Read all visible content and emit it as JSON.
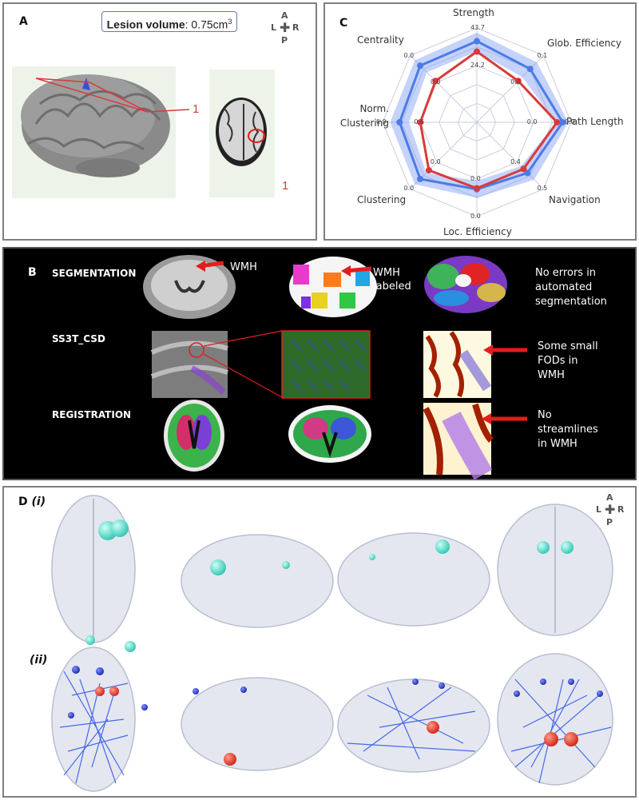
{
  "panel_a": {
    "label": "A",
    "lesion_label": "Lesion volume",
    "lesion_value": ": 0.75cm",
    "lesion_sup": "3",
    "marker_3d": "1",
    "marker_slice": "1"
  },
  "compass": {
    "a": "A",
    "l": "L",
    "r": "R",
    "p": "P"
  },
  "panel_b": {
    "label": "B",
    "rows": [
      {
        "head": "SEGMENTATION",
        "annot_mid": "WMH",
        "annot_right": "WMH labeled",
        "note": "No errors in automated segmentation"
      },
      {
        "head": "SS3T_CSD",
        "note": "Some small FODs in WMH"
      },
      {
        "head": "REGISTRATION",
        "note": "No streamlines in WMH"
      }
    ]
  },
  "panel_c": {
    "label": "C",
    "axes": [
      {
        "name": "Strength",
        "max": "43.7",
        "min": "24.2"
      },
      {
        "name": "Glob. Efficiency",
        "max": "0.1",
        "min": "0.0"
      },
      {
        "name": "Path Length",
        "max": "0.0",
        "min": "0.0"
      },
      {
        "name": "Navigation",
        "max": "0.5",
        "min": "0.4"
      },
      {
        "name": "Loc.  Efficiency",
        "max": "0.0",
        "min": "0.0"
      },
      {
        "name": "Clustering",
        "max": "0.0",
        "min": "0.0"
      },
      {
        "name": "Norm. Clustering",
        "max": "0.9",
        "min": "0.6"
      },
      {
        "name": "Centrality",
        "max": "0.0",
        "min": "0.0"
      }
    ],
    "chart_data": {
      "type": "radar",
      "series": [
        {
          "color": "#d93a3a",
          "values": [
            0.75,
            0.62,
            0.85,
            0.7,
            0.7,
            0.72,
            0.6,
            0.62
          ]
        },
        {
          "color": "#4a7be8",
          "band_low": [
            0.75,
            0.68,
            0.84,
            0.66,
            0.62,
            0.76,
            0.72,
            0.75
          ],
          "band_high": [
            0.95,
            0.9,
            0.97,
            0.86,
            0.8,
            0.93,
            0.92,
            0.93
          ],
          "values": [
            0.86,
            0.8,
            0.91,
            0.76,
            0.71,
            0.85,
            0.82,
            0.85
          ]
        }
      ],
      "rings": 5
    }
  },
  "panel_d": {
    "label": "D",
    "row1": "(i)",
    "row2": "(ii)"
  },
  "colors": {
    "red": "#d93a3a",
    "blue": "#4a7be8",
    "teal": "#5fd9c8",
    "navy": "#1f3fc4"
  }
}
